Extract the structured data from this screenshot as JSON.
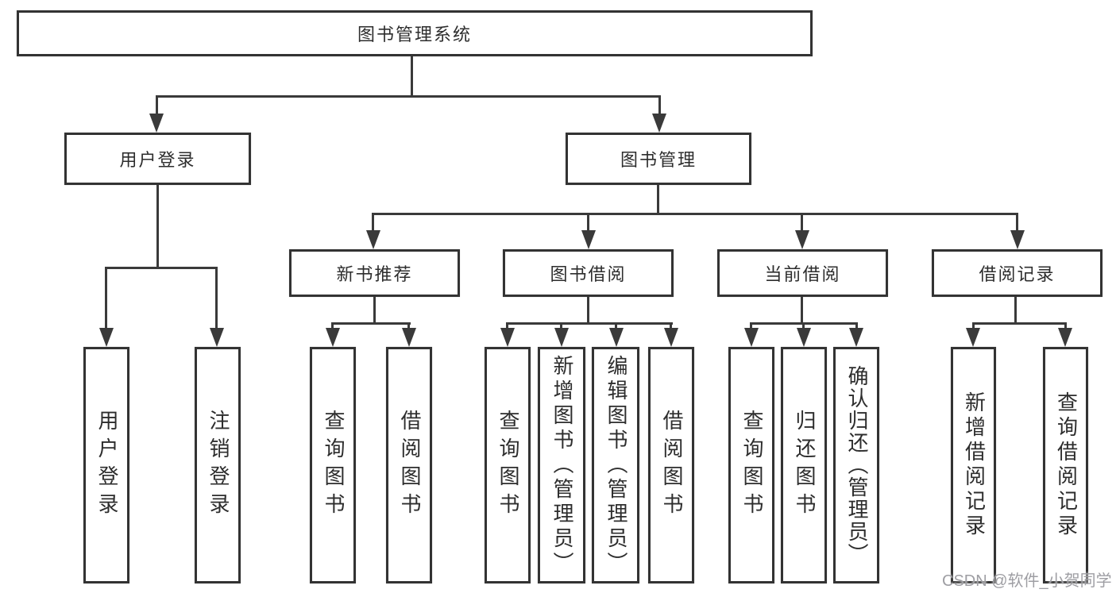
{
  "root": {
    "label": "图书管理系统"
  },
  "tree": [
    {
      "label": "用户登录",
      "children": [
        {
          "label": "用户登录"
        },
        {
          "label": "注销登录"
        }
      ]
    },
    {
      "label": "图书管理",
      "children": [
        {
          "label": "新书推荐",
          "children": [
            {
              "label": "查询图书"
            },
            {
              "label": "借阅图书"
            }
          ]
        },
        {
          "label": "图书借阅",
          "children": [
            {
              "label": "查询图书"
            },
            {
              "label": "新增图书（管理员）"
            },
            {
              "label": "编辑图书（管理员）"
            },
            {
              "label": "借阅图书"
            }
          ]
        },
        {
          "label": "当前借阅",
          "children": [
            {
              "label": "查询图书"
            },
            {
              "label": "归还图书"
            },
            {
              "label": "确认归还（管理员）"
            }
          ]
        },
        {
          "label": "借阅记录",
          "children": [
            {
              "label": "新增借阅记录"
            },
            {
              "label": "查询借阅记录"
            }
          ]
        }
      ]
    }
  ],
  "watermark": "CSDN @软件_小贺同学",
  "colors": {
    "line": "#3a3a3a",
    "border": "#333333",
    "text": "#2d2d2d",
    "watermark": "#9e9ea3"
  }
}
